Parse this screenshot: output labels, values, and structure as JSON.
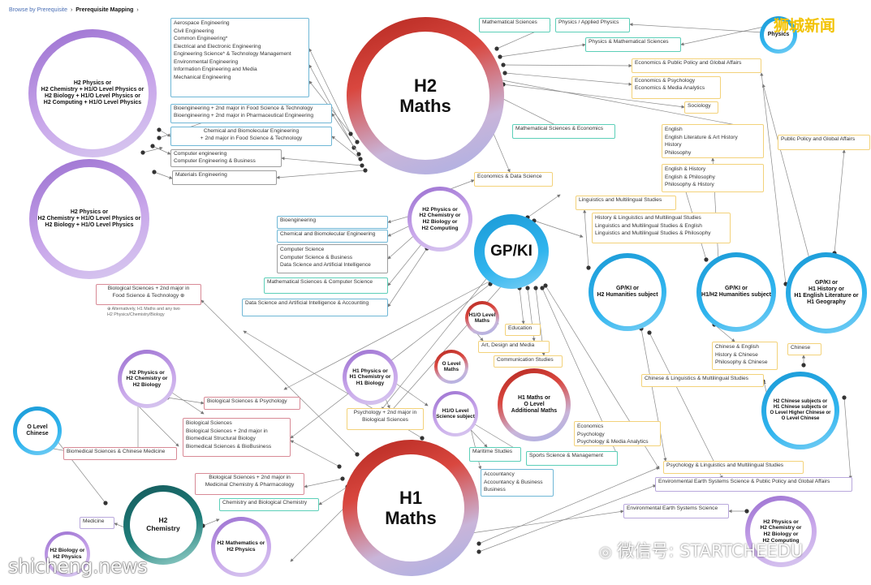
{
  "breadcrumb": {
    "root": "Browse by Prerequisite",
    "sep1": "›",
    "current": "Prerequisite Mapping",
    "sep2": "›"
  },
  "colors": {
    "red": "#c0392b",
    "purple": "#a57ad3",
    "blue": "#29a7e1",
    "teal": "#1f6e6e",
    "box_blue": "#6fb7d6",
    "box_teal": "#5ccfb8",
    "box_yellow": "#f3d27a",
    "box_pink": "#d88a96",
    "box_grey": "#9e9e9e",
    "box_lav": "#b9a8dc"
  },
  "hubs": {
    "h2maths": {
      "text": "H2\nMaths"
    },
    "h1maths": {
      "text": "H1\nMaths"
    },
    "gpki": {
      "text": "GP/KI"
    },
    "physics": {
      "text": "Physics"
    },
    "h2chemistry": {
      "text": "H2\nChemistry"
    },
    "olevel_chinese": {
      "text": "O Level\nChinese"
    },
    "h1olevel_maths": {
      "text": "H1/O Level\nMaths"
    },
    "olevel_maths": {
      "text": "O Level\nMaths"
    },
    "h1maths_amaths": {
      "text": "H1 Maths or\nO Level\nAdditional Maths"
    },
    "h1olevel_science": {
      "text": "H1/O Level\nScience subject"
    },
    "gpki_h2hum": {
      "text": "GP/KI or\nH2 Humanities subject"
    },
    "gpki_h1h2hum": {
      "text": "GP/KI or\nH1/H2 Humanities subject"
    },
    "gpki_history": {
      "text": "GP/KI or\nH1 History or\nH1 English Literature or\nH1 Geography"
    },
    "h2_chinese_subjects": {
      "text": "H2 Chinese subjects or\nH1 Chinese subjects or\nO Level Higher Chinese or\nO Level Chinese"
    },
    "h2_sci_computing_big": {
      "text": "H2 Physics or\nH2 Chemistry + H1/O Level Physics or\nH2 Biology + H1/O Level Physics or\nH2 Computing + H1/O Level Physics"
    },
    "h2_phys_chem_bio_big": {
      "text": "H2 Physics or\nH2 Chemistry + H1/O Level Physics or\nH2 Biology + H1/O Level Physics"
    },
    "h2_pcbc_mid": {
      "text": "H2 Physics or\nH2 Chemistry or\nH2 Biology or\nH2 Computing"
    },
    "h2_pcb_left": {
      "text": "H2 Physics or\nH2 Chemistry or\nH2 Biology"
    },
    "h1_pcb": {
      "text": "H1 Physics or\nH1 Chemistry or\nH1 Biology"
    },
    "h2_maths_physics": {
      "text": "H2 Mathematics or\nH2 Physics"
    },
    "h2_bio_physics": {
      "text": "H2 Biology or\nH2 Physics"
    },
    "h2_pcbc_bottom": {
      "text": "H2 Physics or\nH2 Chemistry or\nH2 Biology or\nH2 Computing"
    }
  },
  "boxes": {
    "engineering_list": "Aerospace Engineering\nCivil Engineering\nCommon Engineering*\nElectrical and Electronic Engineering\nEngineering Science* & Technology Management\nEnvironmental Engineering\nInformation Engineering and Media\nMechanical Engineering",
    "bioengineering_food": "Bioengineering + 2nd major in Food Science & Technology\nBioengineering + 2nd major in Pharmaceutical Engineering",
    "chem_biomol": "Chemical and Biomolecular Engineering\n                    + 2nd major in Food Science & Technology",
    "computer_eng": "Computer engineering\nComputer Engineering & Business",
    "materials_eng": "Materials Engineering",
    "math_sciences": "Mathematical Sciences",
    "physics_applied": "Physics / Applied Physics",
    "physics_math": "Physics & Mathematical Sciences",
    "econ_ppga": "Economics & Public Policy and Global Affairs",
    "econ_psych": "Economics & Psychology\nEconomics & Media Analytics",
    "sociology": "Sociology",
    "math_econ": "Mathematical Sciences & Economics",
    "econ_data": "Economics & Data Science",
    "english_list": "English\nEnglish Literature & Art History\nHistory\nPhilosophy",
    "english_history": "English & History\nEnglish & Philosophy\nPhilosophy & History",
    "ppga": "Public Policy and Global Affairs",
    "ling_multi": "Linguistics and Multilingual Studies",
    "history_ling": "History & Linguistics and Multilingual Studies\nLinguistics and Multilingual Studies & English\nLinguistics and Multilingual Studies & Philosophy",
    "bioengineering": "Bioengineering",
    "chem_biomol2": "Chemical and Biomolecular Engineering",
    "computer_science": "Computer Science\nComputer Science & Business\nData Science and Artificial Intelligence",
    "math_cs": "Mathematical Sciences & Computer Science",
    "dsai_acc": "Data Science and Artificial Intelligence & Accounting",
    "bio_food": "Biological Sciences + 2nd major in\nFood Science & Technology ⊕",
    "bio_psych": "Biological Sciences & Psychology",
    "bio_list": "Biological Sciences\nBiological Sciences + 2nd major in\nBiomedical Structural Biology\nBiomedical Sciences & BioBusiness",
    "biomed_chinese": "Biomedical Sciences & Chinese Medicine",
    "education": "Education",
    "art_design": "Art, Design and Media",
    "comm_studies": "Communication Studies",
    "psych_bio": "Psychology + 2nd major in\nBiological Sciences",
    "econ_psych_media": "Economics\nPsychology\nPsychology & Media Analytics",
    "maritime": "Maritime Studies",
    "sports_sci": "Sports Science & Management",
    "accountancy": "Accountancy\nAccountancy & Business\nBusiness",
    "chinese_english": "Chinese & English\nHistory & Chinese\nPhilosophy & Chinese",
    "chinese": "Chinese",
    "chinese_ling": "Chinese & Linguistics & Multilingual Studies",
    "psych_ling": "Psychology & Linguistics and Multilingual Studies",
    "env_earth_ppga": "Environmental Earth Systems Science & Public Policy and Global Affairs",
    "env_earth": "Environmental Earth Systems Science",
    "bio_medchem": "Biological Sciences + 2nd major in\nMedicinal Chemistry & Pharmacology",
    "chem_bio_chem": "Chemistry and Biological Chemistry",
    "medicine": "Medicine"
  },
  "note": "⊕  Alternatively, H1 Maths and any two\nH2 Physics/Chemistry/Biology",
  "watermarks": {
    "top_right": "狮城新闻",
    "bottom_left": "shicheng.news",
    "bottom_right": "微信号: STARTCHEEDU"
  }
}
